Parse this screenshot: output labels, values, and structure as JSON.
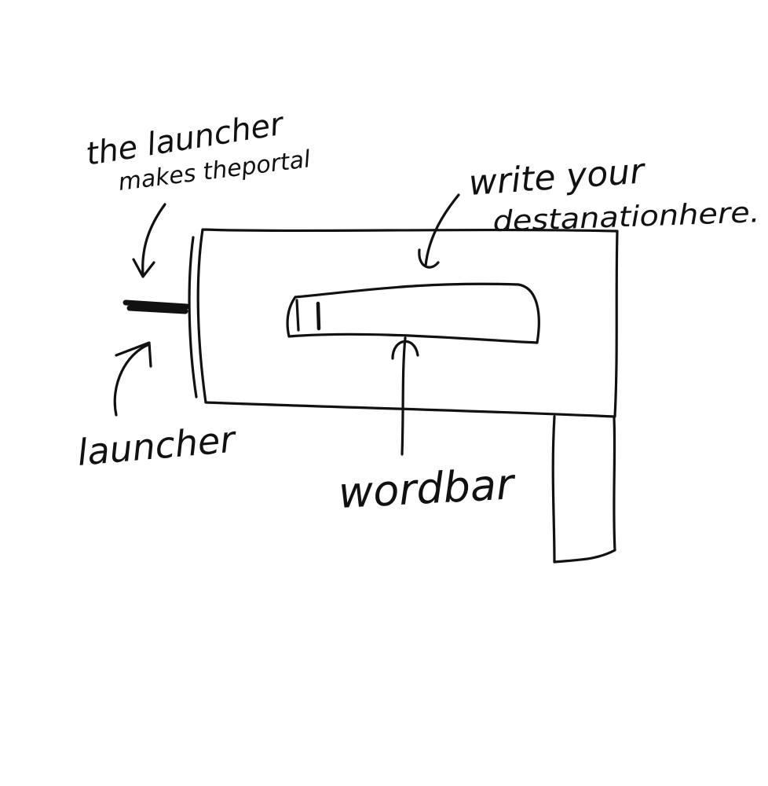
{
  "diagram": {
    "labels": {
      "portal_note_line1": "the launcher",
      "portal_note_line2": "makes theportal",
      "destination_note_line1": "write your",
      "destination_note_line2": "destanationhere.",
      "launcher": "launcher",
      "wordbar": "wordbar"
    },
    "ink_color": "#111111"
  }
}
